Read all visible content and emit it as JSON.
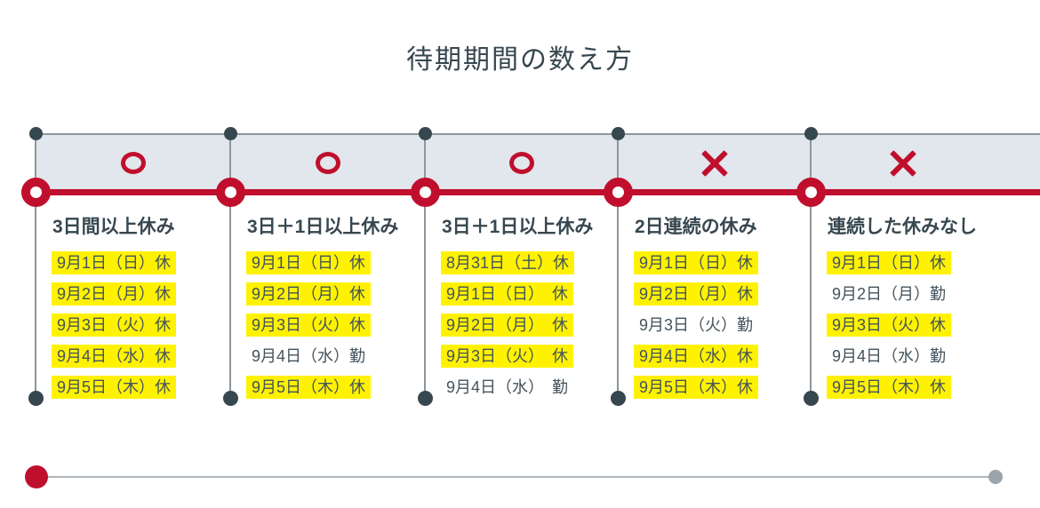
{
  "title": "待期期間の数え方",
  "colors": {
    "accent_red": "#C00F2D",
    "dark_slate": "#37474F",
    "date_text": "#44535C",
    "band_fill": "#E1E7EC",
    "highlight_yellow": "#FFF200",
    "divider_gray": "#8D969D",
    "end_dot_gray": "#9CA4AB"
  },
  "columns": [
    {
      "mark": "○",
      "heading": "3日間以上休み",
      "rows": [
        {
          "text": "9月1日（日）休",
          "highlight": true
        },
        {
          "text": "9月2日（月）休",
          "highlight": true
        },
        {
          "text": "9月3日（火）休",
          "highlight": true
        },
        {
          "text": "9月4日（水）休",
          "highlight": true
        },
        {
          "text": "9月5日（木）休",
          "highlight": true
        }
      ]
    },
    {
      "mark": "○",
      "heading": "3日＋1日以上休み",
      "rows": [
        {
          "text": "9月1日（日）休",
          "highlight": true
        },
        {
          "text": "9月2日（月）休",
          "highlight": true
        },
        {
          "text": "9月3日（火）休",
          "highlight": true
        },
        {
          "text": "9月4日（水）勤",
          "highlight": false
        },
        {
          "text": "9月5日（木）休",
          "highlight": true
        }
      ]
    },
    {
      "mark": "○",
      "heading": "3日＋1日以上休み",
      "rows": [
        {
          "text": "8月31日（土）休",
          "highlight": true
        },
        {
          "text": "9月1日（日）　休",
          "highlight": true
        },
        {
          "text": "9月2日（月）　休",
          "highlight": true
        },
        {
          "text": "9月3日（火）　休",
          "highlight": true
        },
        {
          "text": "9月4日（水）　勤",
          "highlight": false
        }
      ]
    },
    {
      "mark": "×",
      "heading": "2日連続の休み",
      "rows": [
        {
          "text": "9月1日（日）休",
          "highlight": true
        },
        {
          "text": "9月2日（月）休",
          "highlight": true
        },
        {
          "text": "9月3日（火）勤",
          "highlight": false
        },
        {
          "text": "9月4日（水）休",
          "highlight": true
        },
        {
          "text": "9月5日（木）休",
          "highlight": true
        }
      ]
    },
    {
      "mark": "×",
      "heading": "連続した休みなし",
      "rows": [
        {
          "text": "9月1日（日）休",
          "highlight": true
        },
        {
          "text": "9月2日（月）勤",
          "highlight": false
        },
        {
          "text": "9月3日（火）休",
          "highlight": true
        },
        {
          "text": "9月4日（水）勤",
          "highlight": false
        },
        {
          "text": "9月5日（木）休",
          "highlight": true
        }
      ]
    }
  ]
}
